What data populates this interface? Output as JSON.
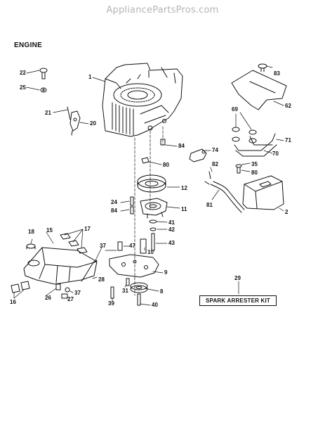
{
  "site": {
    "watermark": "AppliancePartsPros.com"
  },
  "diagram": {
    "title": "ENGINE",
    "kit_label": "SPARK ARRESTER KIT",
    "part_numbers": [
      "22",
      "25",
      "1",
      "21",
      "20",
      "84",
      "80",
      "74",
      "82",
      "83",
      "62",
      "69",
      "71",
      "70",
      "35",
      "80",
      "12",
      "11",
      "41",
      "42",
      "43",
      "10",
      "24",
      "84",
      "47",
      "37",
      "9",
      "28",
      "31",
      "8",
      "39",
      "40",
      "18",
      "15",
      "17",
      "16",
      "26",
      "37",
      "27",
      "81",
      "2",
      "29"
    ]
  }
}
